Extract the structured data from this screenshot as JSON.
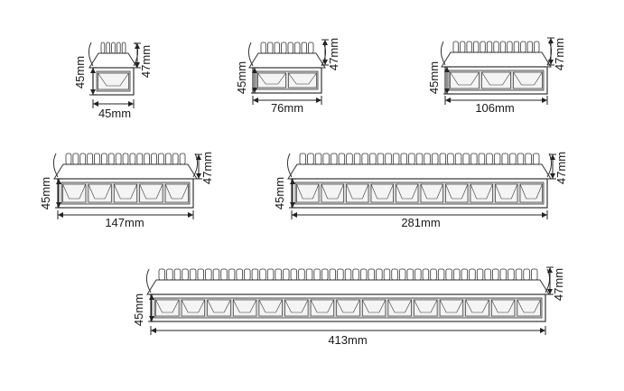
{
  "products": [
    {
      "id": "p1",
      "width_label": "45mm",
      "height_label": "45mm",
      "depth_label": "47mm",
      "cells": 1
    },
    {
      "id": "p2",
      "width_label": "76mm",
      "height_label": "45mm",
      "depth_label": "47mm",
      "cells": 2
    },
    {
      "id": "p3",
      "width_label": "106mm",
      "height_label": "45mm",
      "depth_label": "47mm",
      "cells": 3
    },
    {
      "id": "p4",
      "width_label": "147mm",
      "height_label": "45mm",
      "depth_label": "47mm",
      "cells": 5
    },
    {
      "id": "p5",
      "width_label": "281mm",
      "height_label": "45mm",
      "depth_label": "47mm",
      "cells": 10
    },
    {
      "id": "p6",
      "width_label": "413mm",
      "height_label": "45mm",
      "depth_label": "47mm",
      "cells": 15
    }
  ],
  "colors": {
    "stroke": "#333333",
    "fill": "#ffffff",
    "shade": "#d9d9d9"
  }
}
